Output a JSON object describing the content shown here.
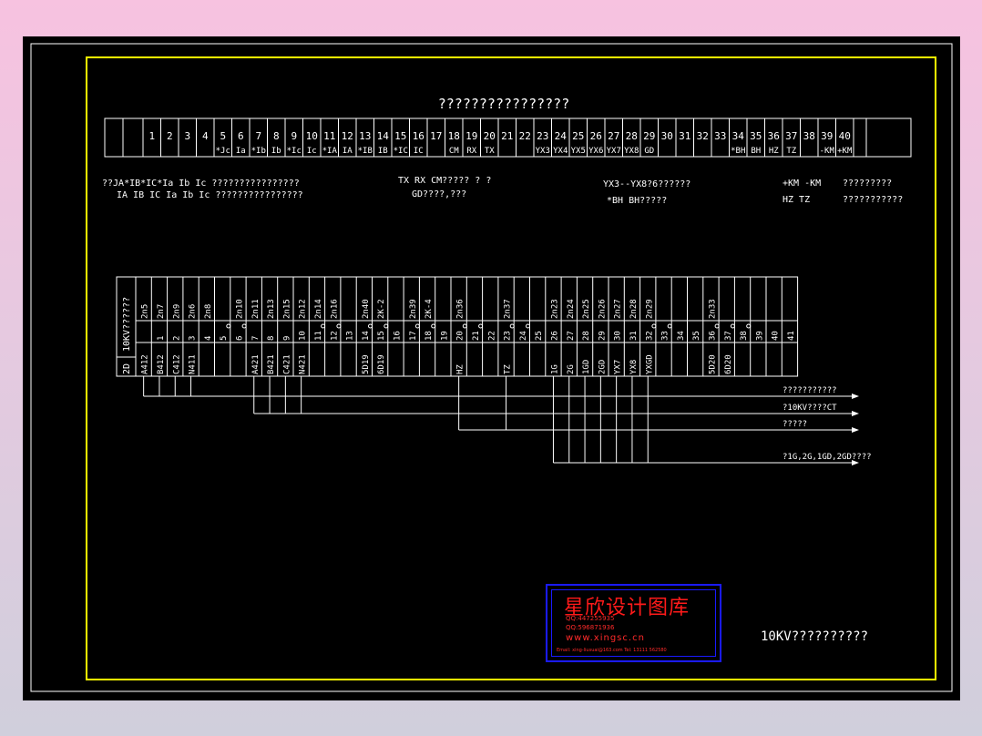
{
  "drawing": {
    "title": "????????????????",
    "footer_title": "10KV??????????",
    "colors": {
      "frame": "#ffff00",
      "line": "#ffffff",
      "stamp_text": "#ff1a1a",
      "stamp_border": "#1a1aff"
    }
  },
  "top_strip": {
    "numbers": [
      "1",
      "2",
      "3",
      "4",
      "5",
      "6",
      "7",
      "8",
      "9",
      "10",
      "11",
      "12",
      "13",
      "14",
      "15",
      "16",
      "17",
      "18",
      "19",
      "20",
      "21",
      "22",
      "23",
      "24",
      "25",
      "26",
      "27",
      "28",
      "29",
      "30",
      "31",
      "32",
      "33",
      "34",
      "35",
      "36",
      "37",
      "38",
      "39",
      "40"
    ],
    "labels": [
      "",
      "",
      "",
      "",
      "*Jc",
      "Ia",
      "*Ib",
      "Ib",
      "*Ic",
      "Ic",
      "*IA",
      "IA",
      "*IB",
      "IB",
      "*IC",
      "IC",
      "",
      "CM",
      "RX",
      "TX",
      "",
      "",
      "YX3",
      "YX4",
      "YX5",
      "YX6",
      "YX7",
      "YX8",
      "GD",
      "",
      "",
      "",
      "",
      "*BH",
      "BH",
      "HZ",
      "TZ",
      "",
      "-KM",
      "+KM"
    ]
  },
  "notes": [
    "??JA*IB*IC*Ia Ib Ic ????????????????",
    "IA IB IC Ia Ib Ic ????????????????",
    "TX RX CM????? ? ?",
    "GD????,???",
    "YX3--YX8?6??????",
    "*BH BH?????",
    "+KM -KM",
    "?????????",
    "HZ   TZ",
    "???????????"
  ],
  "terminal_block": {
    "header_label": "10KV??????",
    "footer_label": "2D",
    "columns": [
      {
        "top": "2n5",
        "num": "",
        "bot": "A412"
      },
      {
        "top": "2n7",
        "num": "1",
        "bot": "B412"
      },
      {
        "top": "2n9",
        "num": "2",
        "bot": "C412"
      },
      {
        "top": "2n6",
        "num": "3",
        "bot": "N411"
      },
      {
        "top": "2n8",
        "num": "4",
        "bot": ""
      },
      {
        "top": "",
        "num": "5",
        "bot": ""
      },
      {
        "top": "2n10",
        "num": "6",
        "bot": ""
      },
      {
        "top": "2n11",
        "num": "7",
        "bot": "A421"
      },
      {
        "top": "2n13",
        "num": "8",
        "bot": "B421"
      },
      {
        "top": "2n15",
        "num": "9",
        "bot": "C421"
      },
      {
        "top": "2n12",
        "num": "10",
        "bot": "N421"
      },
      {
        "top": "2n14",
        "num": "11",
        "bot": ""
      },
      {
        "top": "2n16",
        "num": "12",
        "bot": ""
      },
      {
        "top": "",
        "num": "13",
        "bot": ""
      },
      {
        "top": "2n40",
        "num": "14",
        "bot": "5D19"
      },
      {
        "top": "2K-2",
        "num": "15",
        "bot": "6D19"
      },
      {
        "top": "",
        "num": "16",
        "bot": ""
      },
      {
        "top": "2n39",
        "num": "17",
        "bot": ""
      },
      {
        "top": "2K-4",
        "num": "18",
        "bot": ""
      },
      {
        "top": "",
        "num": "19",
        "bot": ""
      },
      {
        "top": "2n36",
        "num": "20",
        "bot": "HZ"
      },
      {
        "top": "",
        "num": "21",
        "bot": ""
      },
      {
        "top": "",
        "num": "22",
        "bot": ""
      },
      {
        "top": "2n37",
        "num": "23",
        "bot": "TZ"
      },
      {
        "top": "",
        "num": "24",
        "bot": ""
      },
      {
        "top": "",
        "num": "25",
        "bot": ""
      },
      {
        "top": "2n23",
        "num": "26",
        "bot": "1G"
      },
      {
        "top": "2n24",
        "num": "27",
        "bot": "2G"
      },
      {
        "top": "2n25",
        "num": "28",
        "bot": "1GD"
      },
      {
        "top": "2n26",
        "num": "29",
        "bot": "2GD"
      },
      {
        "top": "2n27",
        "num": "30",
        "bot": "YX7"
      },
      {
        "top": "2n28",
        "num": "31",
        "bot": "YX8"
      },
      {
        "top": "2n29",
        "num": "32",
        "bot": "YXGD"
      },
      {
        "top": "",
        "num": "33",
        "bot": ""
      },
      {
        "top": "",
        "num": "34",
        "bot": ""
      },
      {
        "top": "",
        "num": "35",
        "bot": ""
      },
      {
        "top": "2n33",
        "num": "36",
        "bot": "5D20"
      },
      {
        "top": "",
        "num": "37",
        "bot": "6D20"
      },
      {
        "top": "",
        "num": "38",
        "bot": ""
      },
      {
        "top": "",
        "num": "39",
        "bot": ""
      },
      {
        "top": "",
        "num": "40",
        "bot": ""
      },
      {
        "top": "",
        "num": "41",
        "bot": ""
      }
    ]
  },
  "buses": [
    "???????????",
    "?10KV????CT",
    "?????",
    "?1G,2G,1GD,2GD????"
  ],
  "stamp": {
    "title": "星欣设计图库",
    "qq1": "QQ:447255935",
    "qq2": "QQ:596871936",
    "website": "www.xingsc.cn",
    "email": "Email: xing-liusuai@163.com  Tel: 13111 562580"
  }
}
